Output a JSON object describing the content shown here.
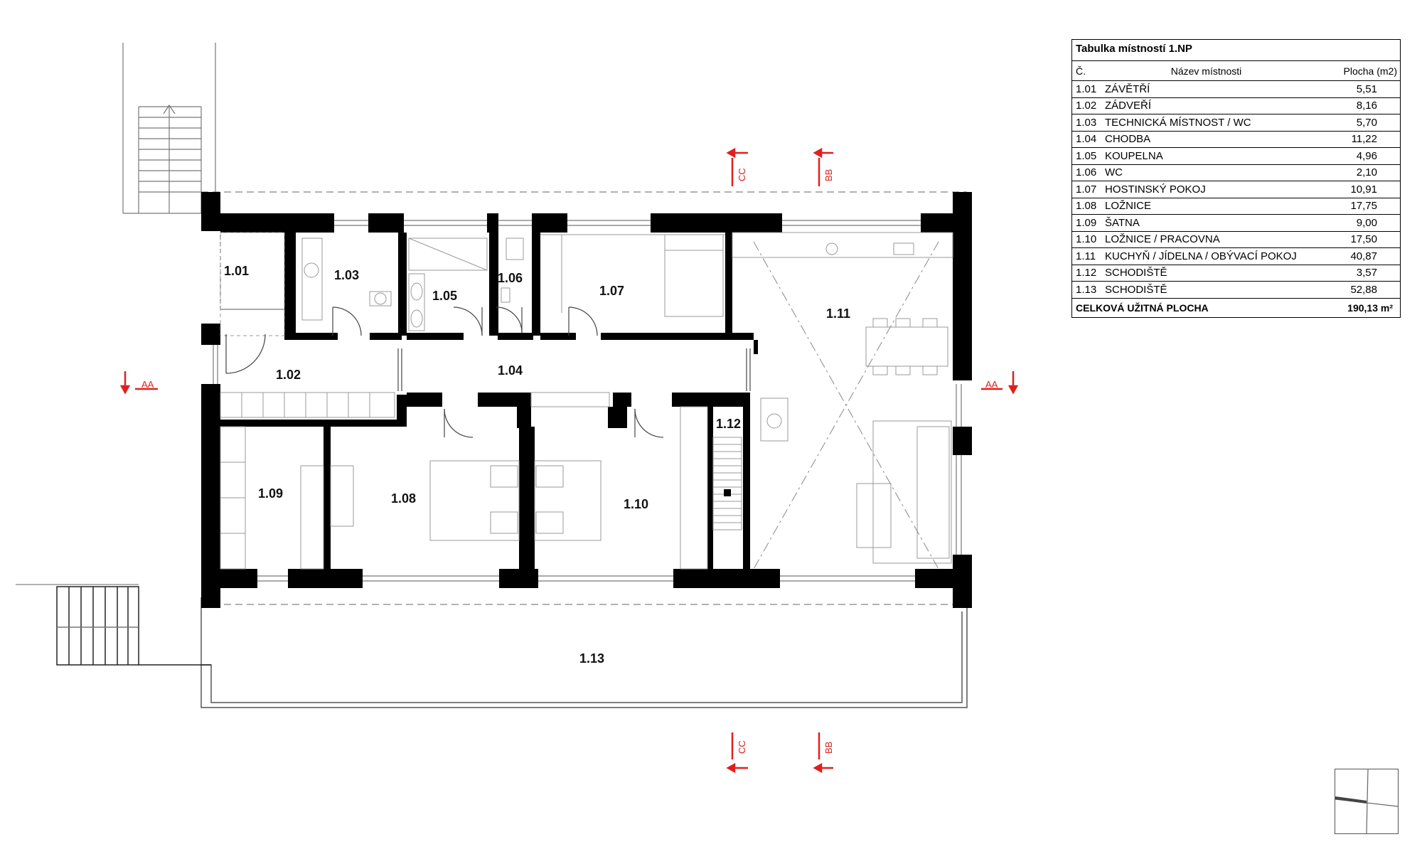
{
  "room_table": {
    "title": "Tabulka místností 1.NP",
    "headers": {
      "number": "Č.",
      "name": "Název místnosti",
      "area": "Plocha (m2)"
    },
    "rows": [
      {
        "number": "1.01",
        "name": "ZÁVĚTŘÍ",
        "area": "5,51"
      },
      {
        "number": "1.02",
        "name": "ZÁDVEŘÍ",
        "area": "8,16"
      },
      {
        "number": "1.03",
        "name": "TECHNICKÁ MÍSTNOST / WC",
        "area": "5,70"
      },
      {
        "number": "1.04",
        "name": "CHODBA",
        "area": "11,22"
      },
      {
        "number": "1.05",
        "name": "KOUPELNA",
        "area": "4,96"
      },
      {
        "number": "1.06",
        "name": "WC",
        "area": "2,10"
      },
      {
        "number": "1.07",
        "name": "HOSTINSKÝ POKOJ",
        "area": "10,91"
      },
      {
        "number": "1.08",
        "name": "LOŽNICE",
        "area": "17,75"
      },
      {
        "number": "1.09",
        "name": "ŠATNA",
        "area": "9,00"
      },
      {
        "number": "1.10",
        "name": "LOŽNICE / PRACOVNA",
        "area": "17,50"
      },
      {
        "number": "1.11",
        "name": "KUCHYŇ / JÍDELNA / OBÝVACÍ POKOJ",
        "area": "40,87"
      },
      {
        "number": "1.12",
        "name": "SCHODIŠTĚ",
        "area": "3,57"
      },
      {
        "number": "1.13",
        "name": "SCHODIŠTĚ",
        "area": "52,88"
      }
    ],
    "total": {
      "label": "CELKOVÁ UŽITNÁ PLOCHA",
      "value": "190,13 m²"
    }
  },
  "plan_labels": {
    "r101": "1.01",
    "r102": "1.02",
    "r103": "1.03",
    "r104": "1.04",
    "r105": "1.05",
    "r106": "1.06",
    "r107": "1.07",
    "r108": "1.08",
    "r109": "1.09",
    "r110": "1.10",
    "r111": "1.11",
    "r112": "1.12",
    "r113": "1.13"
  },
  "section_marks": {
    "aa": "AA",
    "bb": "BB",
    "cc": "CC"
  },
  "colors": {
    "wall": "#000000",
    "section_mark": "#e0201c",
    "line": "#555555"
  }
}
